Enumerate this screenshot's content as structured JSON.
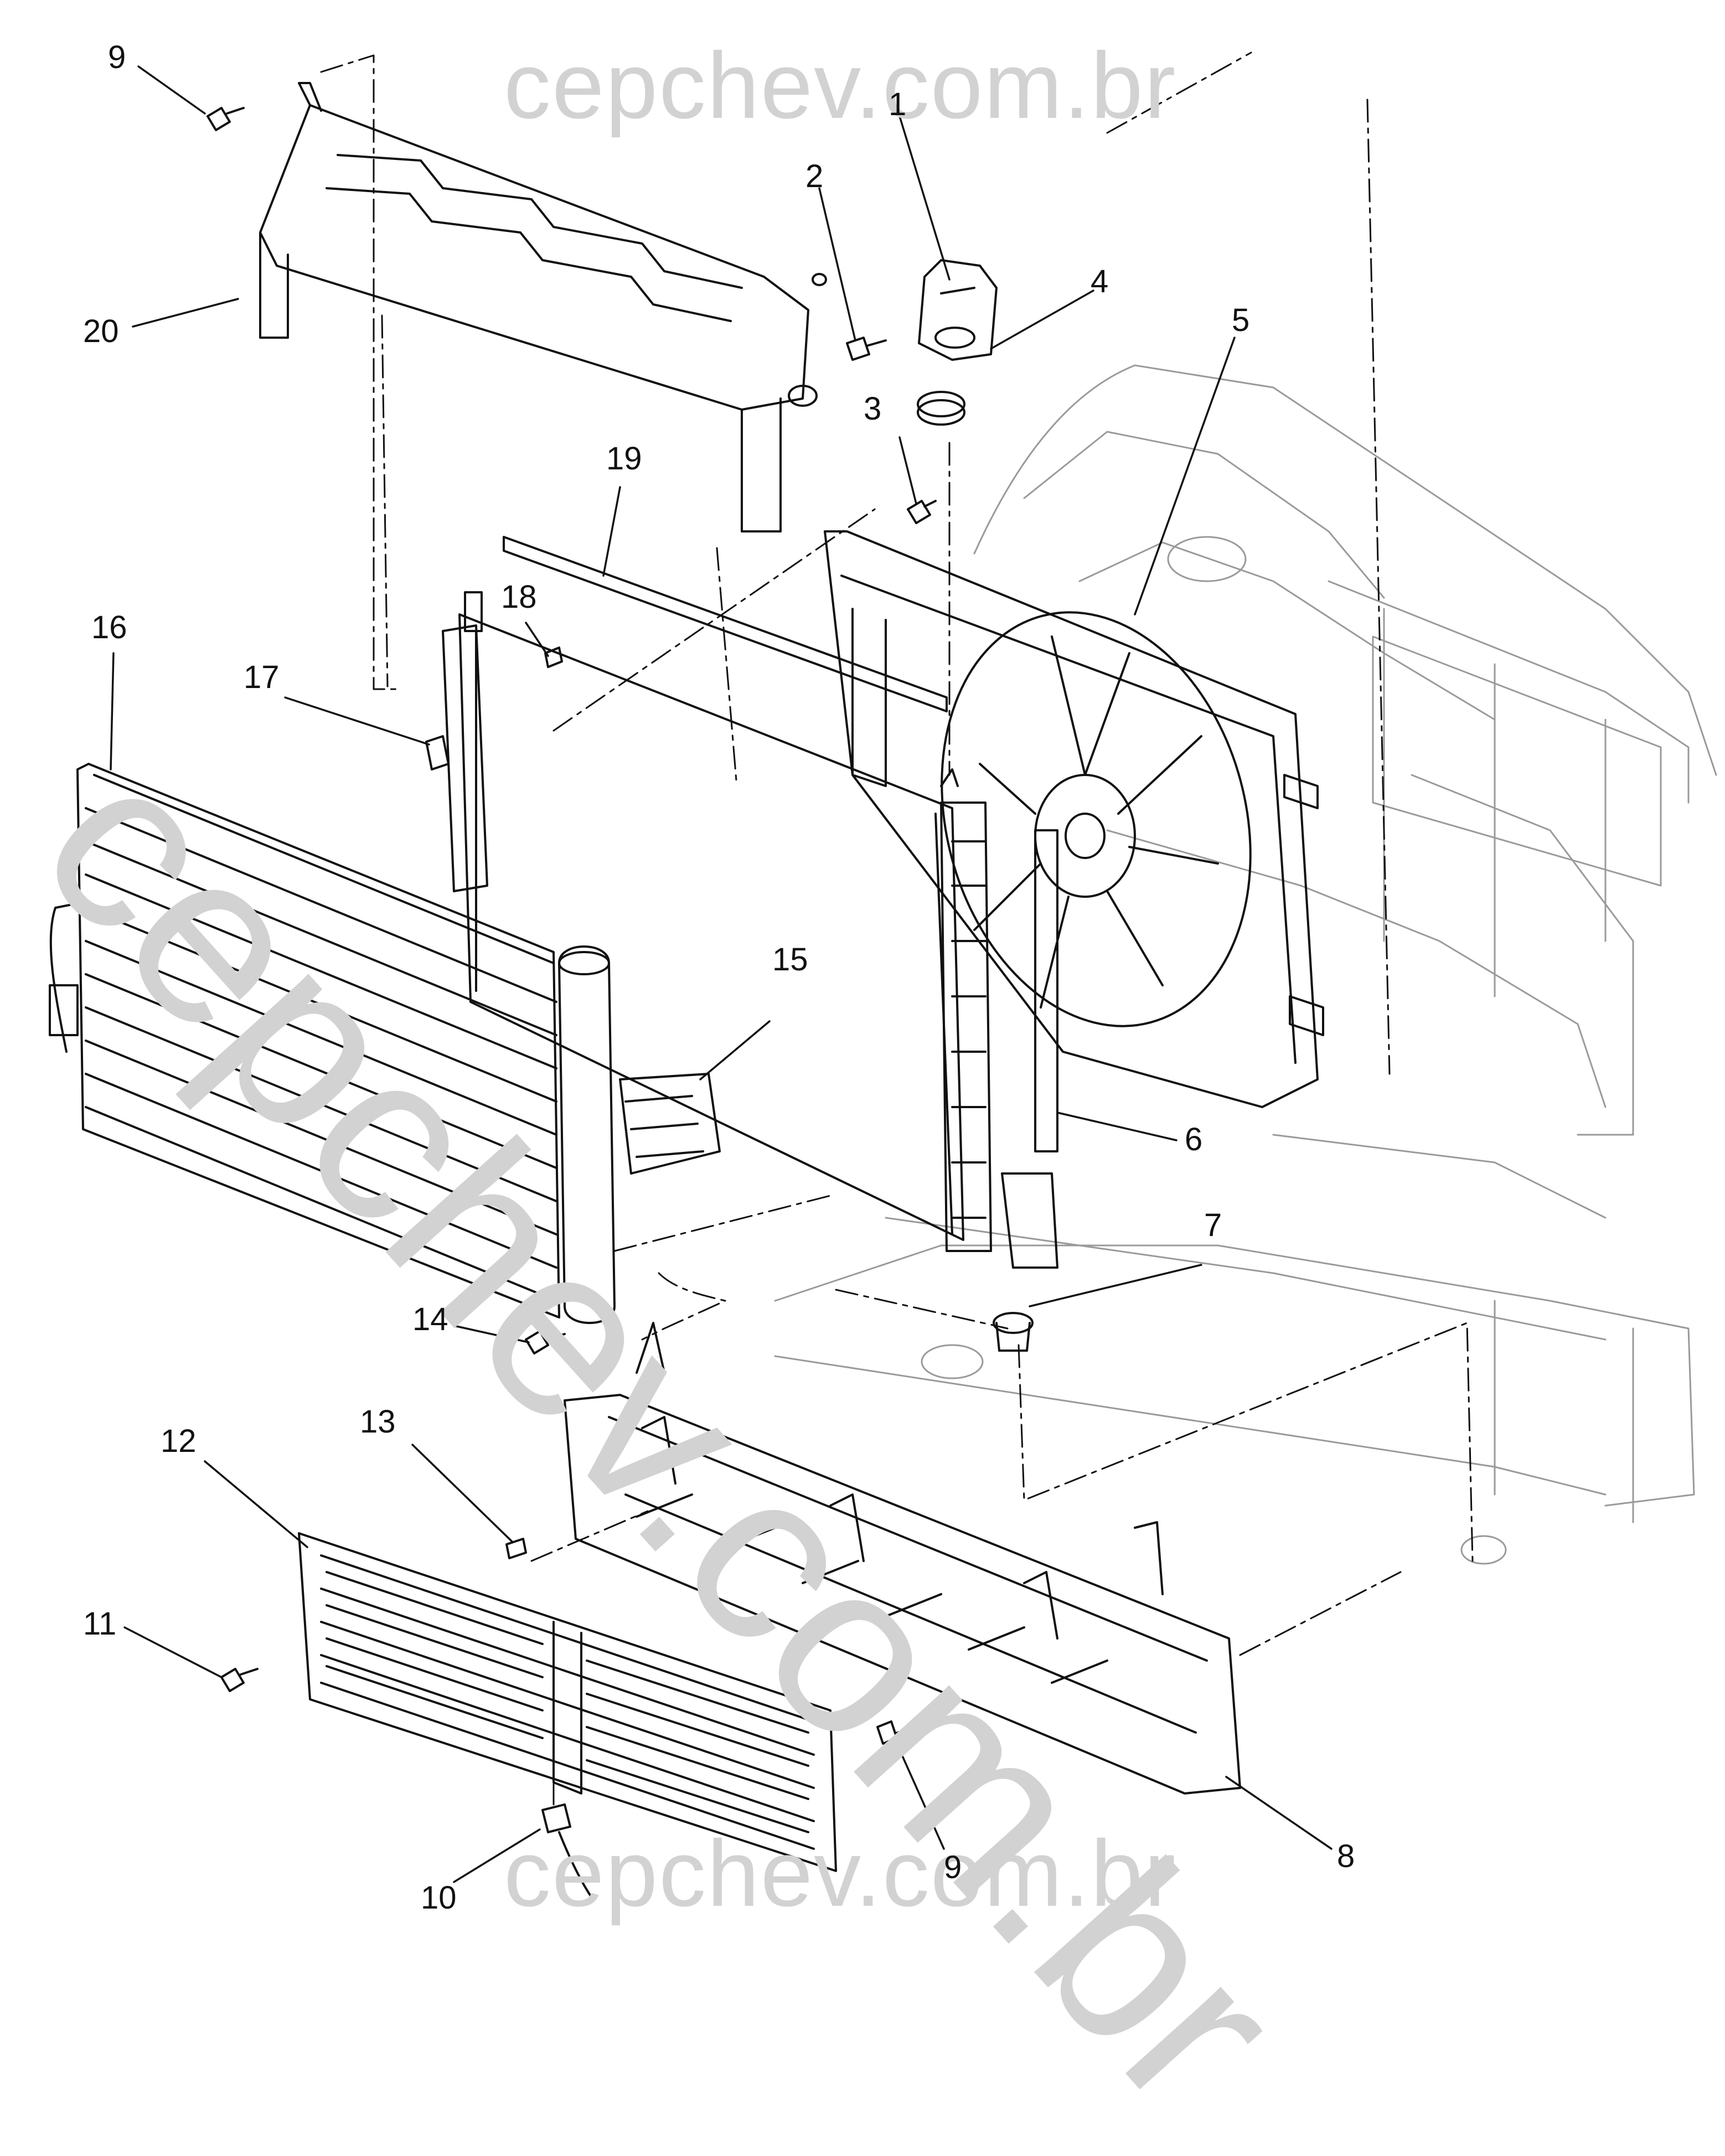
{
  "watermarks": {
    "top": "cepchev.com.br",
    "bottom": "cepchev.com.br",
    "diagonal": "cepchev.com.br"
  },
  "callouts": {
    "c1": "1",
    "c2": "2",
    "c3": "3",
    "c4": "4",
    "c5": "5",
    "c6": "6",
    "c7": "7",
    "c8": "8",
    "c9a": "9",
    "c9b": "9",
    "c10": "10",
    "c11": "11",
    "c12": "12",
    "c13": "13",
    "c14": "14",
    "c15": "15",
    "c16": "16",
    "c17": "17",
    "c18": "18",
    "c19": "19",
    "c20": "20"
  },
  "colors": {
    "line": "#111111",
    "watermark": "#d2d2d2",
    "background": "#ffffff"
  }
}
